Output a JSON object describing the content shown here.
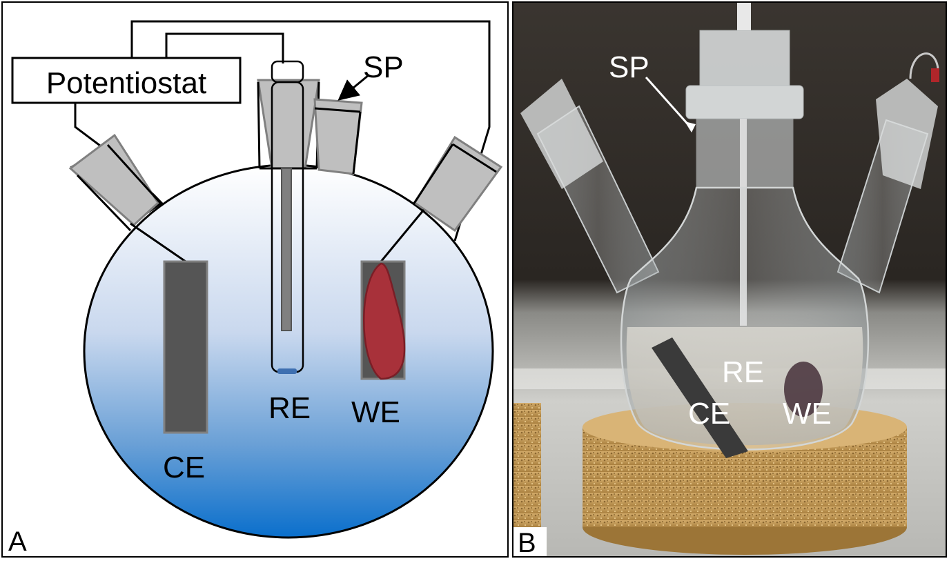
{
  "panel_a": {
    "letter": "A",
    "potentiostat_label": "Potentiostat",
    "sp_label": "SP",
    "re_label": "RE",
    "we_label": "WE",
    "ce_label": "CE"
  },
  "panel_b": {
    "letter": "B",
    "sp_label": "SP",
    "re_label": "RE",
    "ce_label": "CE",
    "we_label": "WE"
  },
  "colors": {
    "solution_top": "#ffffff",
    "solution_bottom": "#0a6fcc",
    "electrode_dark": "#555555",
    "sample_red": "#a8313a",
    "stopper_gray": "#bfbfbf",
    "reference_tip_blue": "#3e6fb0",
    "cork": "#c8a060"
  }
}
